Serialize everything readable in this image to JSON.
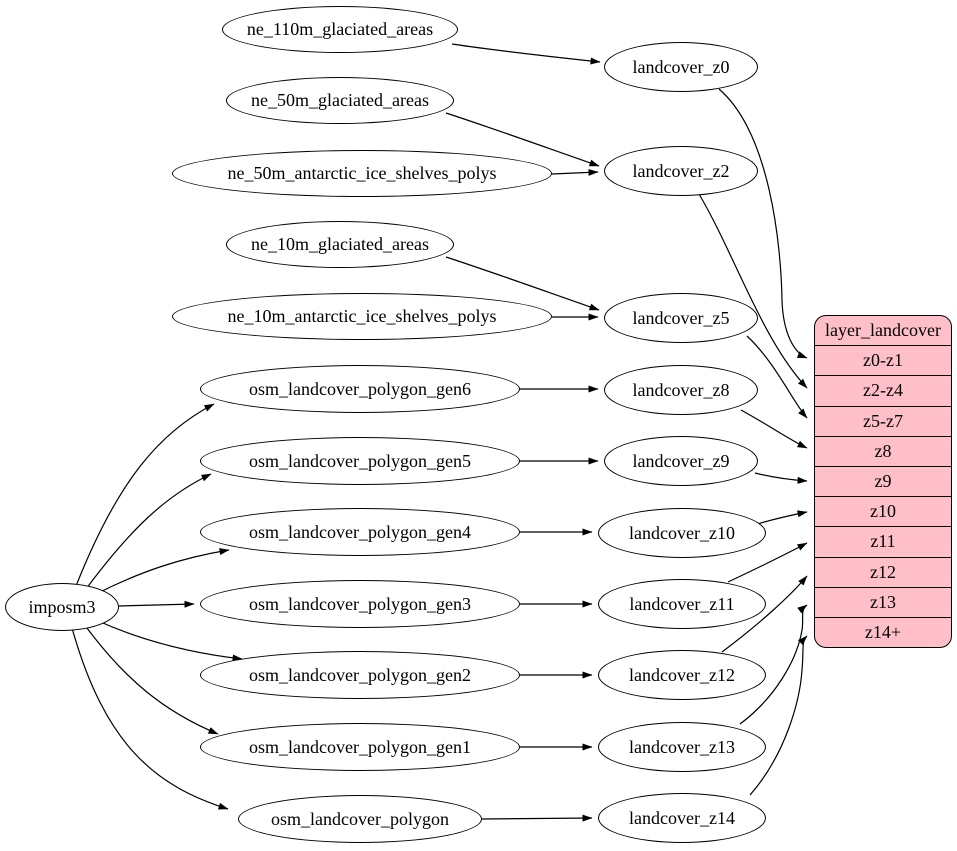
{
  "diagram": {
    "kind": "graphviz-etl-flow",
    "colors": {
      "background": "#ffffff",
      "node_fill": "#ffffff",
      "stroke": "#000000",
      "record_fill": "#ffbfc9"
    }
  },
  "nodes": {
    "imposm3": "imposm3",
    "ne_110m_glaciated_areas": "ne_110m_glaciated_areas",
    "ne_50m_glaciated_areas": "ne_50m_glaciated_areas",
    "ne_50m_antarctic_ice_shelves_polys": "ne_50m_antarctic_ice_shelves_polys",
    "ne_10m_glaciated_areas": "ne_10m_glaciated_areas",
    "ne_10m_antarctic_ice_shelves_polys": "ne_10m_antarctic_ice_shelves_polys",
    "osm_landcover_polygon_gen6": "osm_landcover_polygon_gen6",
    "osm_landcover_polygon_gen5": "osm_landcover_polygon_gen5",
    "osm_landcover_polygon_gen4": "osm_landcover_polygon_gen4",
    "osm_landcover_polygon_gen3": "osm_landcover_polygon_gen3",
    "osm_landcover_polygon_gen2": "osm_landcover_polygon_gen2",
    "osm_landcover_polygon_gen1": "osm_landcover_polygon_gen1",
    "osm_landcover_polygon": "osm_landcover_polygon",
    "landcover_z0": "landcover_z0",
    "landcover_z2": "landcover_z2",
    "landcover_z5": "landcover_z5",
    "landcover_z8": "landcover_z8",
    "landcover_z9": "landcover_z9",
    "landcover_z10": "landcover_z10",
    "landcover_z11": "landcover_z11",
    "landcover_z12": "landcover_z12",
    "landcover_z13": "landcover_z13",
    "landcover_z14": "landcover_z14"
  },
  "record": {
    "title": "layer_landcover",
    "rows": [
      "z0-z1",
      "z2-z4",
      "z5-z7",
      "z8",
      "z9",
      "z10",
      "z11",
      "z12",
      "z13",
      "z14+"
    ]
  },
  "edges": [
    {
      "from": "imposm3",
      "to": "osm_landcover_polygon_gen6"
    },
    {
      "from": "imposm3",
      "to": "osm_landcover_polygon_gen5"
    },
    {
      "from": "imposm3",
      "to": "osm_landcover_polygon_gen4"
    },
    {
      "from": "imposm3",
      "to": "osm_landcover_polygon_gen3"
    },
    {
      "from": "imposm3",
      "to": "osm_landcover_polygon_gen2"
    },
    {
      "from": "imposm3",
      "to": "osm_landcover_polygon_gen1"
    },
    {
      "from": "imposm3",
      "to": "osm_landcover_polygon"
    },
    {
      "from": "ne_110m_glaciated_areas",
      "to": "landcover_z0"
    },
    {
      "from": "ne_50m_glaciated_areas",
      "to": "landcover_z2"
    },
    {
      "from": "ne_50m_antarctic_ice_shelves_polys",
      "to": "landcover_z2"
    },
    {
      "from": "ne_10m_glaciated_areas",
      "to": "landcover_z5"
    },
    {
      "from": "ne_10m_antarctic_ice_shelves_polys",
      "to": "landcover_z5"
    },
    {
      "from": "osm_landcover_polygon_gen6",
      "to": "landcover_z8"
    },
    {
      "from": "osm_landcover_polygon_gen5",
      "to": "landcover_z9"
    },
    {
      "from": "osm_landcover_polygon_gen4",
      "to": "landcover_z10"
    },
    {
      "from": "osm_landcover_polygon_gen3",
      "to": "landcover_z11"
    },
    {
      "from": "osm_landcover_polygon_gen2",
      "to": "landcover_z12"
    },
    {
      "from": "osm_landcover_polygon_gen1",
      "to": "landcover_z13"
    },
    {
      "from": "osm_landcover_polygon",
      "to": "landcover_z14"
    },
    {
      "from": "landcover_z0",
      "to": "z0-z1"
    },
    {
      "from": "landcover_z2",
      "to": "z2-z4"
    },
    {
      "from": "landcover_z5",
      "to": "z5-z7"
    },
    {
      "from": "landcover_z8",
      "to": "z8"
    },
    {
      "from": "landcover_z9",
      "to": "z9"
    },
    {
      "from": "landcover_z10",
      "to": "z10"
    },
    {
      "from": "landcover_z11",
      "to": "z11"
    },
    {
      "from": "landcover_z12",
      "to": "z12"
    },
    {
      "from": "landcover_z13",
      "to": "z13"
    },
    {
      "from": "landcover_z14",
      "to": "z14+"
    }
  ]
}
